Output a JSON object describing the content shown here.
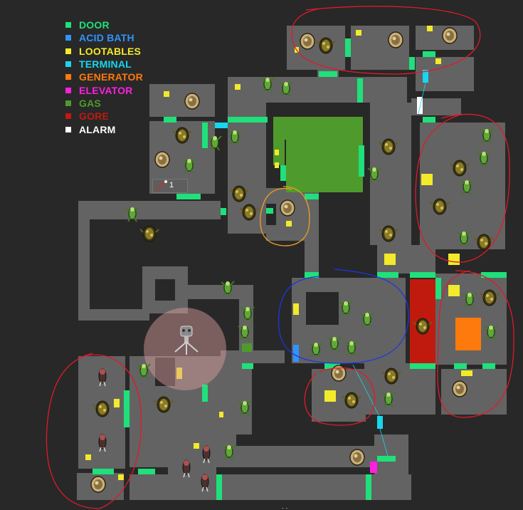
{
  "legend": [
    {
      "label": "DOOR",
      "color": "#1fe07a"
    },
    {
      "label": "ACID BATH",
      "color": "#2f94ff"
    },
    {
      "label": "LOOTABLES",
      "color": "#f2ea2a"
    },
    {
      "label": "TERMINAL",
      "color": "#18d6ee"
    },
    {
      "label": "GENERATOR",
      "color": "#ff7a0c"
    },
    {
      "label": "ELEVATOR",
      "color": "#ff1fe0"
    },
    {
      "label": "GAS",
      "color": "#4f9a2c"
    },
    {
      "label": "GORE",
      "color": "#c01a0e"
    },
    {
      "label": "ALARM",
      "color": "#ffffff"
    }
  ],
  "counter": {
    "value": "1",
    "icon": "sentry-tool-icon"
  },
  "colors": {
    "background": "#282828",
    "room": "#636363",
    "annotation_red": "#e01a2a",
    "annotation_blue": "#1a36e6",
    "annotation_orange": "#f0a020"
  }
}
